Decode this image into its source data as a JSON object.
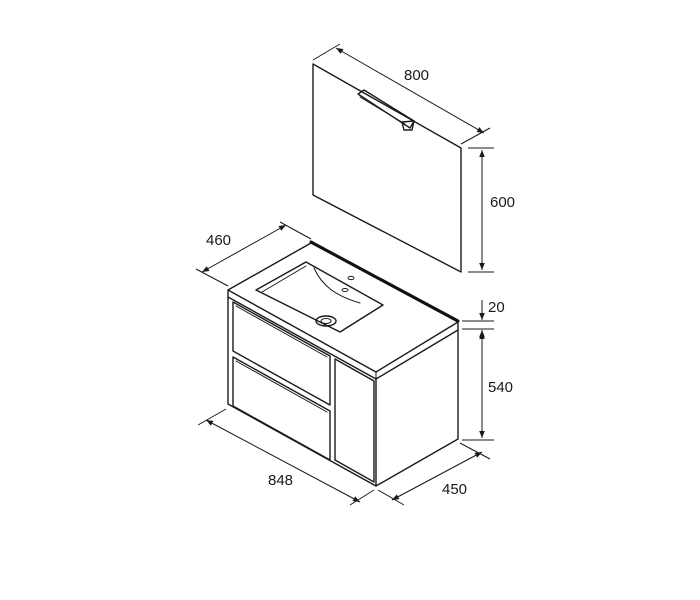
{
  "dimensions": {
    "mirror_width": "800",
    "mirror_height": "600",
    "depth": "460",
    "countertop_thickness": "20",
    "cabinet_height": "540",
    "overall_width": "848",
    "cabinet_depth": "450"
  },
  "colors": {
    "line": "#1a1a1a",
    "background": "#ffffff"
  }
}
